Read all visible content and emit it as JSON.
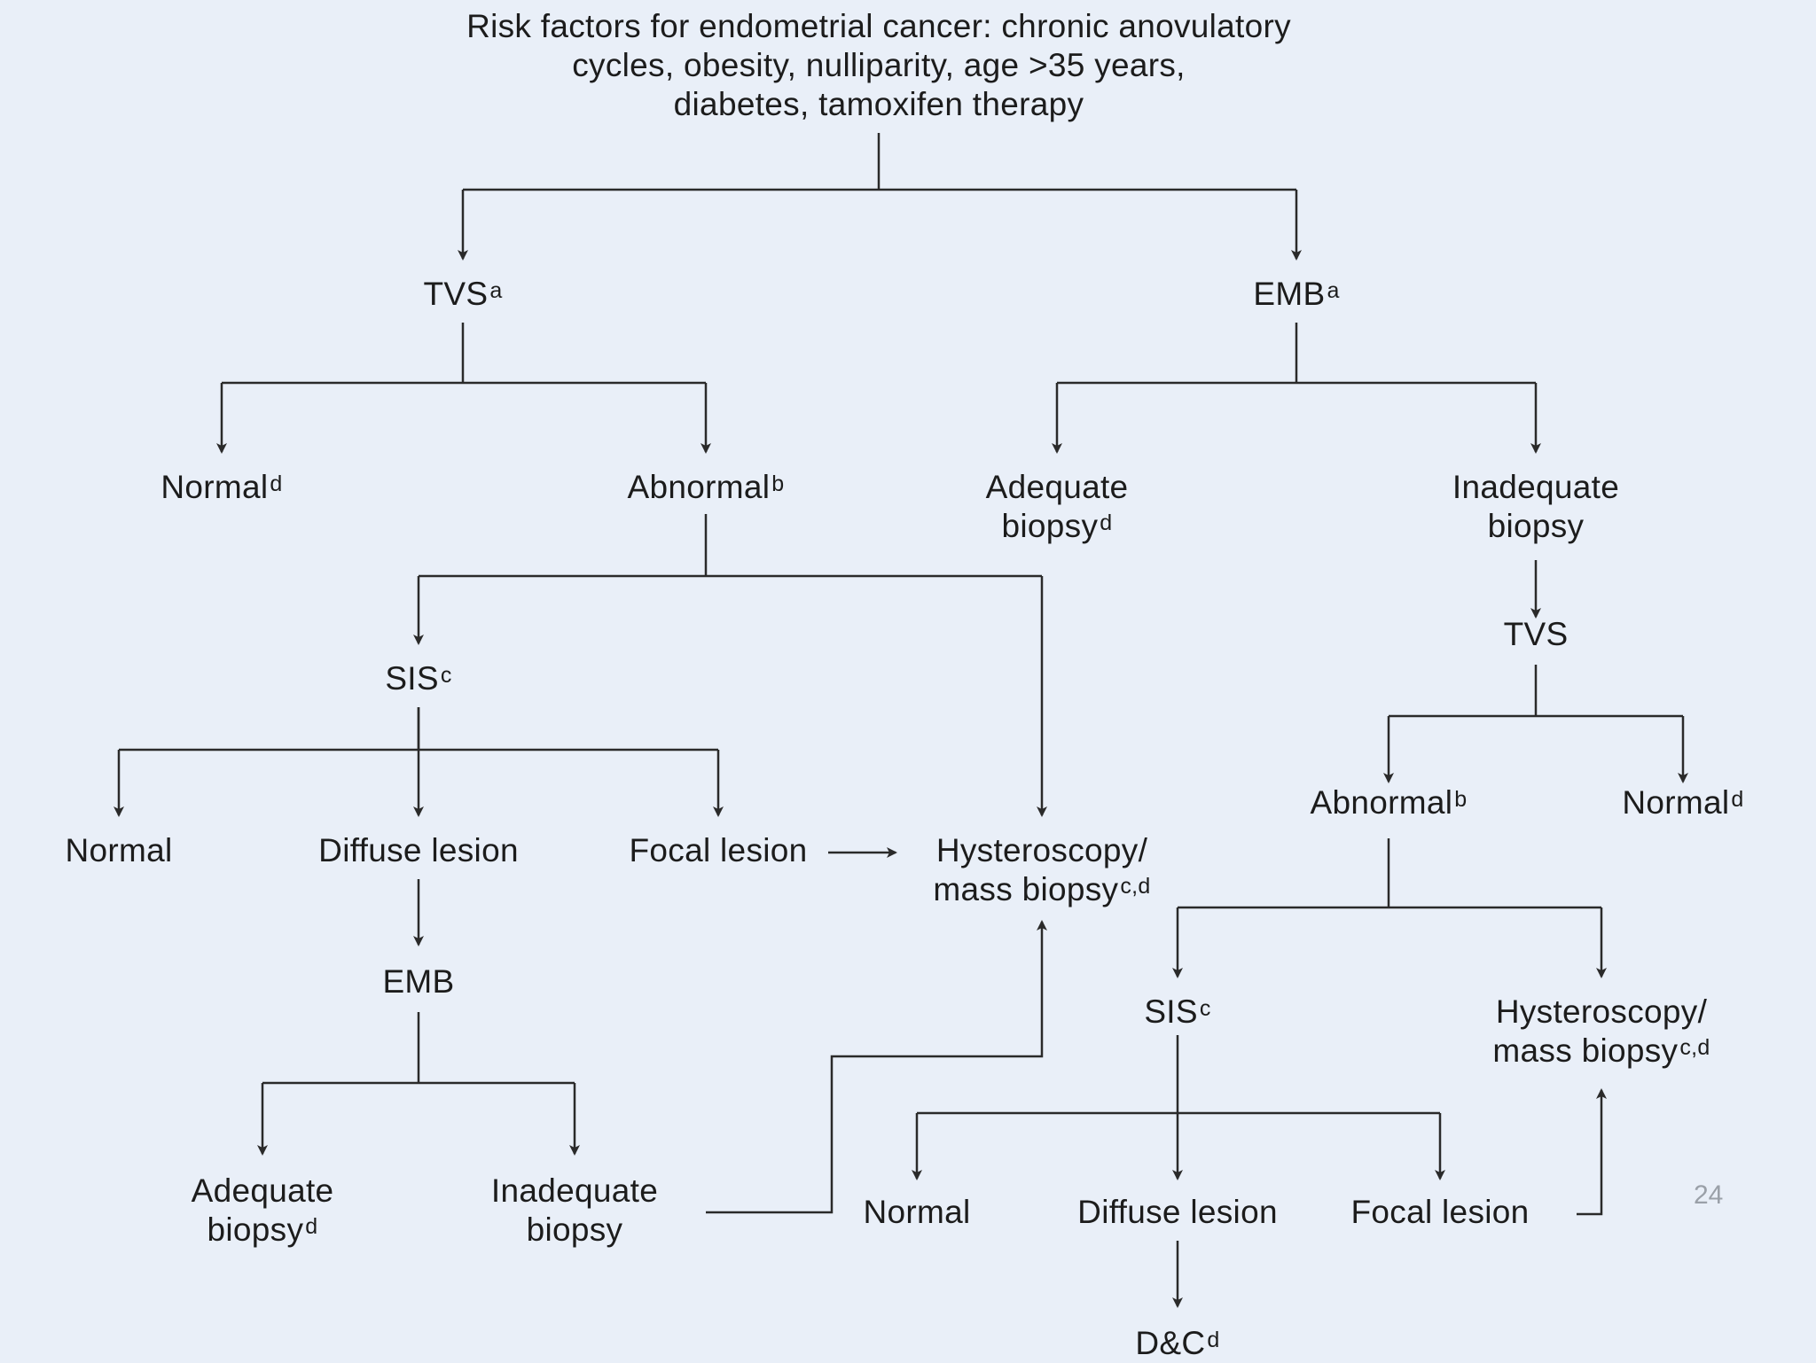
{
  "title": {
    "lines": [
      "Risk factors for endometrial cancer: chronic anovulatory",
      "cycles, obesity, nulliparity, age >35 years,",
      "diabetes, tamoxifen therapy"
    ]
  },
  "nodes": {
    "tvs_top": {
      "label": "TVS",
      "sup": "a"
    },
    "emb_top": {
      "label": "EMB",
      "sup": "a"
    },
    "tvs_normal": {
      "label": "Normal",
      "sup": "d"
    },
    "tvs_abnormal": {
      "label": "Abnormal",
      "sup": "b"
    },
    "emb_adequate": {
      "line1": "Adequate",
      "line2": "biopsy",
      "sup": "d"
    },
    "emb_inadequate": {
      "line1": "Inadequate",
      "line2": "biopsy"
    },
    "tvs_right": {
      "label": "TVS"
    },
    "sis_left": {
      "label": "SIS",
      "sup": "c"
    },
    "sis_left_normal": {
      "label": "Normal"
    },
    "sis_left_diffuse": {
      "label": "Diffuse lesion"
    },
    "sis_left_focal": {
      "label": "Focal lesion"
    },
    "hysteroscopy_center": {
      "line1": "Hysteroscopy/",
      "line2": "mass biopsy",
      "sup": "c,d"
    },
    "right_abnormal": {
      "label": "Abnormal",
      "sup": "b"
    },
    "right_normal": {
      "label": "Normal",
      "sup": "d"
    },
    "emb_left": {
      "label": "EMB"
    },
    "emb_left_adequate": {
      "line1": "Adequate",
      "line2": "biopsy",
      "sup": "d"
    },
    "emb_left_inadequate": {
      "line1": "Inadequate",
      "line2": "biopsy"
    },
    "sis_right": {
      "label": "SIS",
      "sup": "c"
    },
    "hysteroscopy_right": {
      "line1": "Hysteroscopy/",
      "line2": "mass biopsy",
      "sup": "c,d"
    },
    "sis_right_normal": {
      "label": "Normal"
    },
    "sis_right_diffuse": {
      "label": "Diffuse lesion"
    },
    "sis_right_focal": {
      "label": "Focal lesion"
    },
    "dnc": {
      "label": "D&C",
      "sup": "d"
    }
  },
  "page_number": "24",
  "colors": {
    "background": "#e9eff8",
    "line": "#2a2a2a",
    "text": "#1c1c1c"
  }
}
